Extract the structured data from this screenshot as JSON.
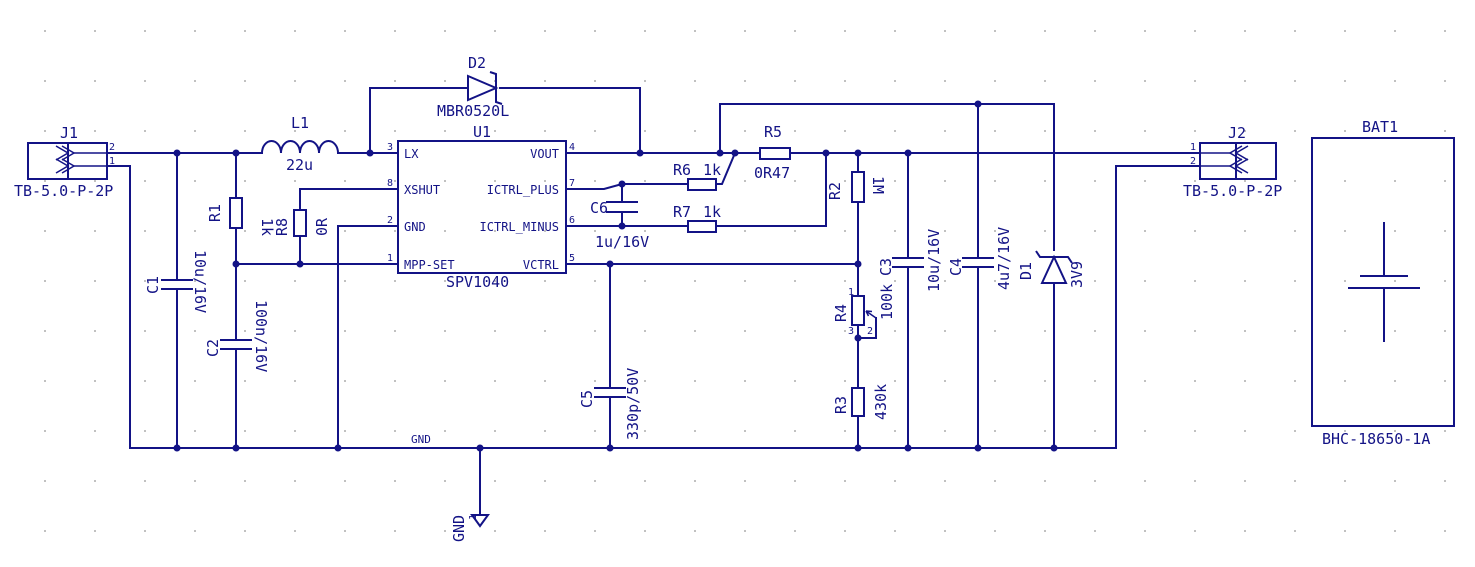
{
  "components": {
    "j1": {
      "ref": "J1",
      "value": "TB-5.0-P-2P",
      "pins": [
        "2",
        "1"
      ]
    },
    "j2": {
      "ref": "J2",
      "value": "TB-5.0-P-2P",
      "pins": [
        "1",
        "2"
      ]
    },
    "bat1": {
      "ref": "BAT1",
      "value": "BHC-18650-1A"
    },
    "l1": {
      "ref": "L1",
      "value": "22u"
    },
    "d2": {
      "ref": "D2",
      "value": "MBR0520L"
    },
    "u1": {
      "ref": "U1",
      "value": "SPV1040",
      "pins_left": [
        {
          "num": "3",
          "name": "LX"
        },
        {
          "num": "8",
          "name": "XSHUT"
        },
        {
          "num": "2",
          "name": "GND"
        },
        {
          "num": "1",
          "name": "MPP-SET"
        }
      ],
      "pins_right": [
        {
          "num": "4",
          "name": "VOUT"
        },
        {
          "num": "7",
          "name": "ICTRL_PLUS"
        },
        {
          "num": "6",
          "name": "ICTRL_MINUS"
        },
        {
          "num": "5",
          "name": "VCTRL"
        }
      ]
    },
    "r1": {
      "ref": "R1",
      "value": "1k"
    },
    "r8": {
      "ref": "R8",
      "value": "0R"
    },
    "c1": {
      "ref": "C1",
      "value": "10u/16V"
    },
    "c2": {
      "ref": "C2",
      "value": "100n/16V"
    },
    "r6": {
      "ref": "R6",
      "value": "1k"
    },
    "r7": {
      "ref": "R7",
      "value": "1k"
    },
    "c6": {
      "ref": "C6",
      "value": "1u/16V"
    },
    "r5": {
      "ref": "R5",
      "value": "0R47"
    },
    "r2": {
      "ref": "R2",
      "value": "1M"
    },
    "r4": {
      "ref": "R4",
      "value": "100k",
      "pins": [
        "1",
        "3",
        "2"
      ]
    },
    "r3": {
      "ref": "R3",
      "value": "430k"
    },
    "c5": {
      "ref": "C5",
      "value": "330p/50V"
    },
    "c3": {
      "ref": "C3",
      "value": "10u/16V"
    },
    "c4": {
      "ref": "C4",
      "value": "4u7/16V"
    },
    "d1": {
      "ref": "D1",
      "value": "3V9"
    }
  },
  "nets": {
    "gnd_label": "GND",
    "gnd_symbol": "GND",
    "gnd_pin": "1"
  },
  "colors": {
    "wire": "#131386",
    "grid_dot": "#b7b7b7",
    "background": "#ffffff"
  }
}
